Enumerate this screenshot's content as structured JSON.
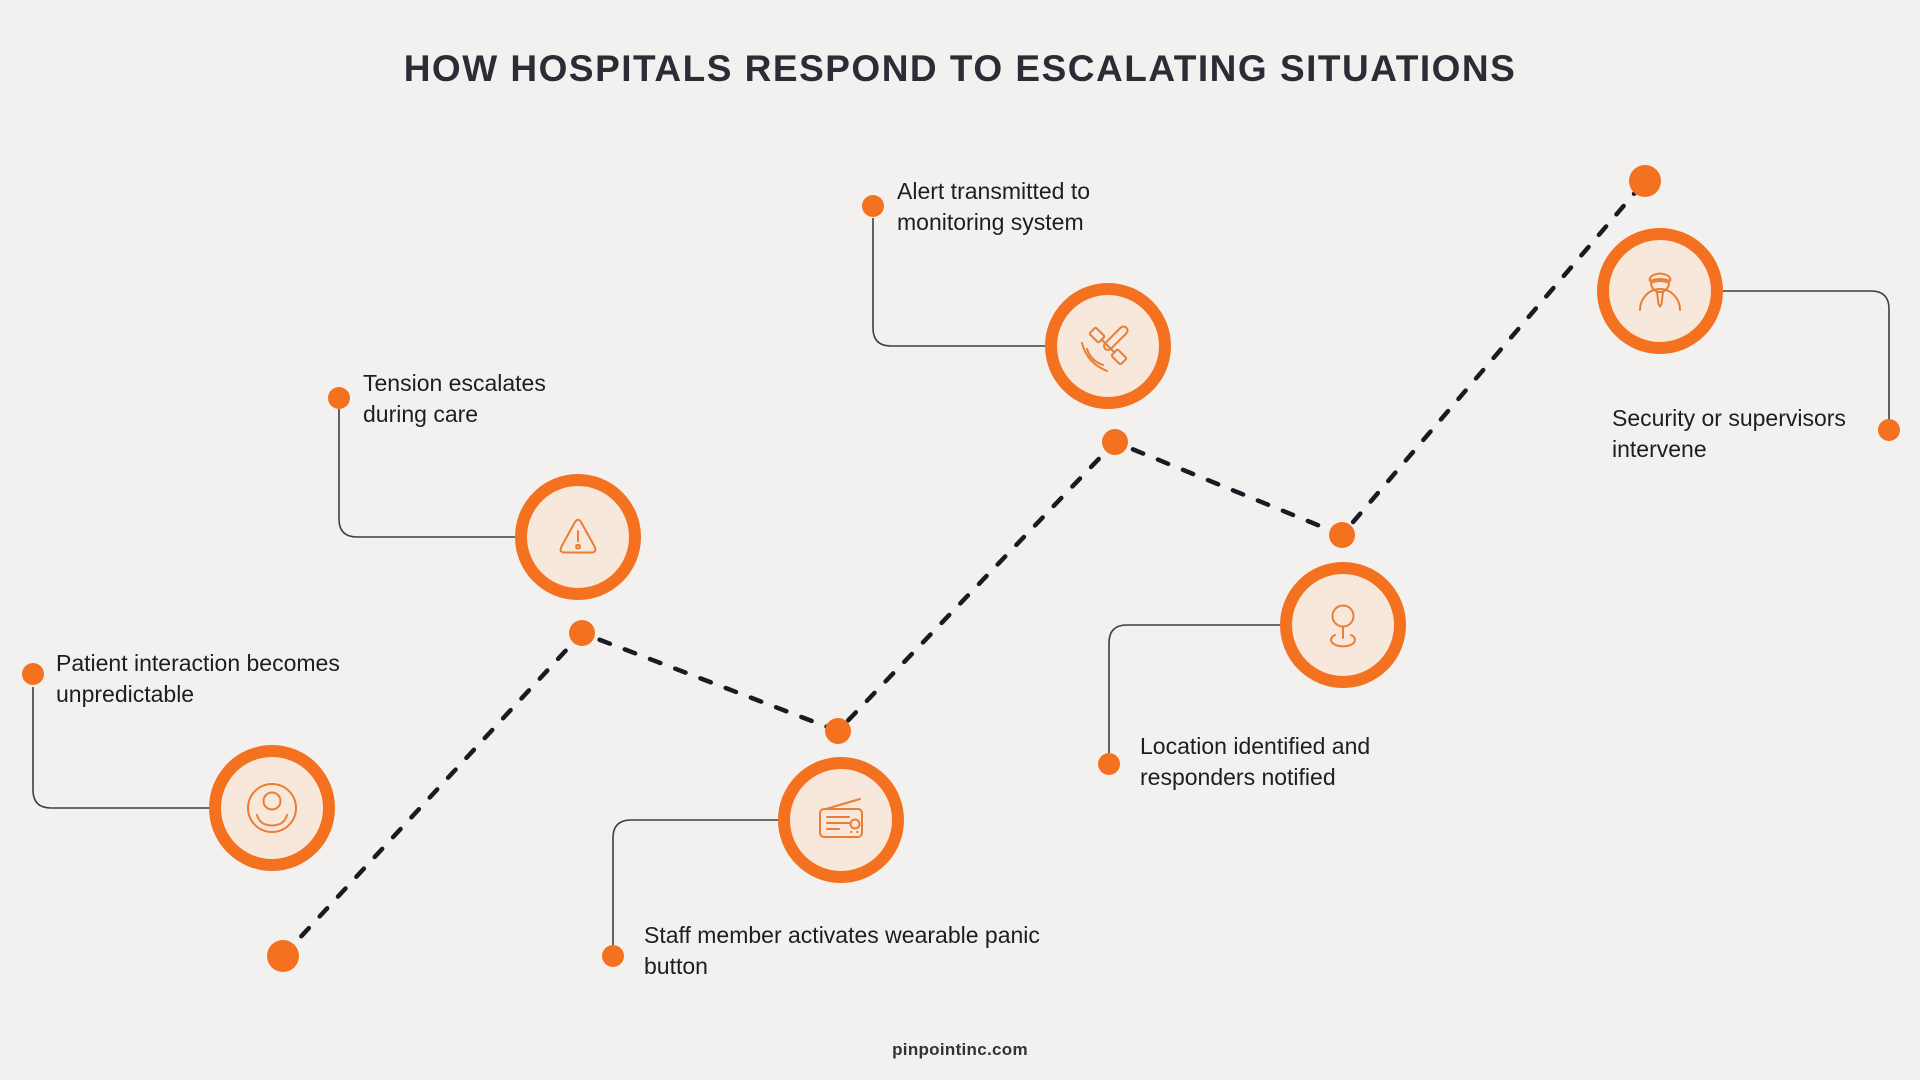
{
  "title": "HOW HOSPITALS RESPOND TO ESCALATING SITUATIONS",
  "footer": "pinpointinc.com",
  "colors": {
    "background": "#F2F1EF",
    "accent_orange": "#F4711F",
    "node_fill_peach": "#F8E7DB",
    "icon_stroke_orange": "#E97E35",
    "dashed_path": "#1A1A23",
    "connector_line": "#3F3F3F",
    "title_text": "#2B2C35",
    "label_text": "#1E1E1E"
  },
  "steps": [
    {
      "label": "Patient interaction becomes unpredictable",
      "icon": "user-icon"
    },
    {
      "label": "Tension escalates during care",
      "icon": "warning-triangle-icon"
    },
    {
      "label": "Alert transmitted to monitoring system",
      "icon": "satellite-icon"
    },
    {
      "label": "Staff member activates wearable panic button",
      "icon": "radio-panic-button-icon"
    },
    {
      "label": "Location identified and responders notified",
      "icon": "location-pin-icon"
    },
    {
      "label": "Security or supervisors intervene",
      "icon": "security-guard-icon"
    }
  ]
}
